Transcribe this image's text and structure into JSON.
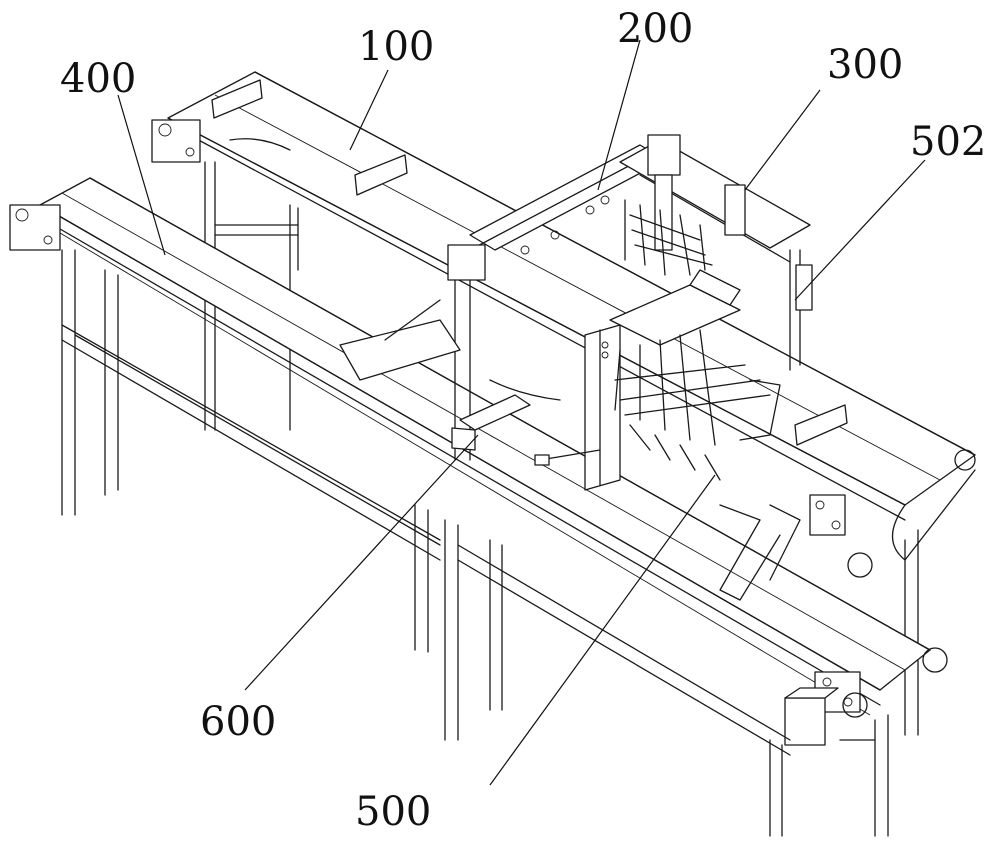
{
  "figure": {
    "callouts": [
      {
        "id": "c100",
        "text": "100"
      },
      {
        "id": "c200",
        "text": "200"
      },
      {
        "id": "c300",
        "text": "300"
      },
      {
        "id": "c400",
        "text": "400"
      },
      {
        "id": "c502",
        "text": "502"
      },
      {
        "id": "c500",
        "text": "500"
      },
      {
        "id": "c600",
        "text": "600"
      }
    ]
  }
}
